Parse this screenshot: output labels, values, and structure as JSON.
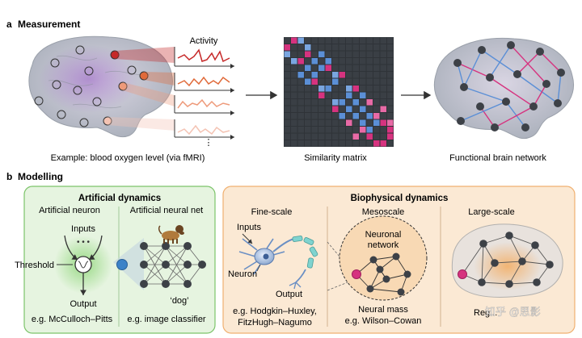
{
  "panel_a": {
    "letter": "a",
    "heading": "Measurement",
    "activity_label": "Activity",
    "ellipsis": "⋮",
    "example_caption": "Example: blood oxygen level (via fMRI)",
    "matrix_caption": "Similarity matrix",
    "network_caption": "Functional brain network"
  },
  "panel_b": {
    "letter": "b",
    "heading": "Modelling",
    "artificial": {
      "title": "Artificial dynamics",
      "neuron_title": "Artificial neuron",
      "net_title": "Artificial neural net",
      "inputs": "Inputs",
      "threshold": "Threshold",
      "output": "Output",
      "neuron_example": "e.g. McCulloch–Pitts",
      "dog_label": "‘dog’",
      "net_example": "e.g. image classifier"
    },
    "biophysical": {
      "title": "Biophysical dynamics",
      "fine_title": "Fine-scale",
      "meso_title": "Mesoscale",
      "large_title": "Large-scale",
      "inputs": "Inputs",
      "neuron": "Neuron",
      "output": "Output",
      "fine_example_1": "e.g. Hodgkin–Huxley,",
      "fine_example_2": "FitzHugh–Nagumo",
      "network_label_1": "Neuronal",
      "network_label_2": "network",
      "meso_example_1": "Neural mass",
      "meso_example_2": "e.g. Wilson–Cowan",
      "large_example": "Reg..."
    }
  },
  "watermark": "知乎 @思影",
  "colors": {
    "pink": "#d6337f",
    "blue": "#5b8fd6",
    "node_dark": "#3d4147",
    "green_bg": "#e6f4e0",
    "green_border": "#7cc46a",
    "orange_bg": "#fbe9d4",
    "orange_border": "#f0b070",
    "trace_1": "#c62828",
    "trace_2": "#e06a3a",
    "trace_3": "#ee9a7a",
    "trace_4": "#f4c3b3"
  }
}
